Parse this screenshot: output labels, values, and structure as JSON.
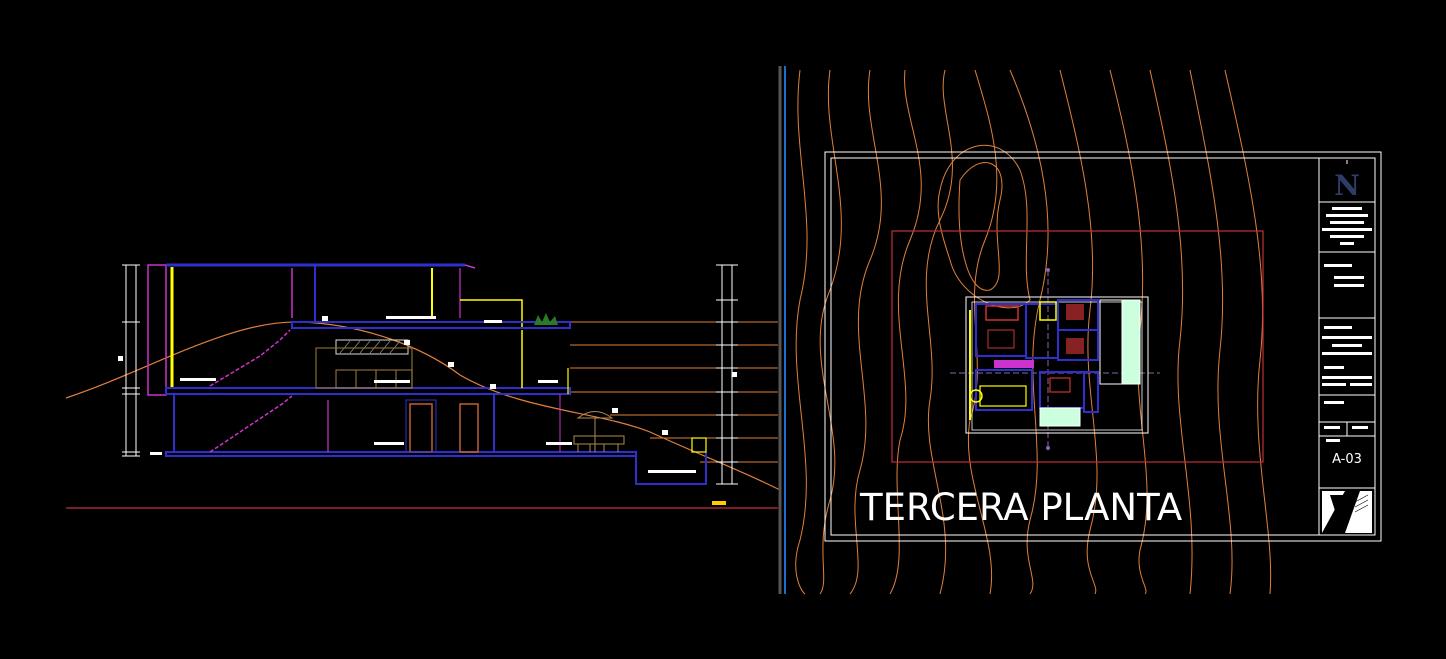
{
  "drawing": {
    "sheet_title": "TERCERA PLANTA",
    "sheet_code": "A-03",
    "north_mark": "N"
  },
  "colors": {
    "background": "#000000",
    "structure": "#2f2fd0",
    "walls": "#cc33cc",
    "yellow": "#ffff00",
    "terrain": "#e0803a",
    "sheet_border": "#ffffff",
    "plan_limit": "#c0303a",
    "divider": "#1e6fd0"
  }
}
